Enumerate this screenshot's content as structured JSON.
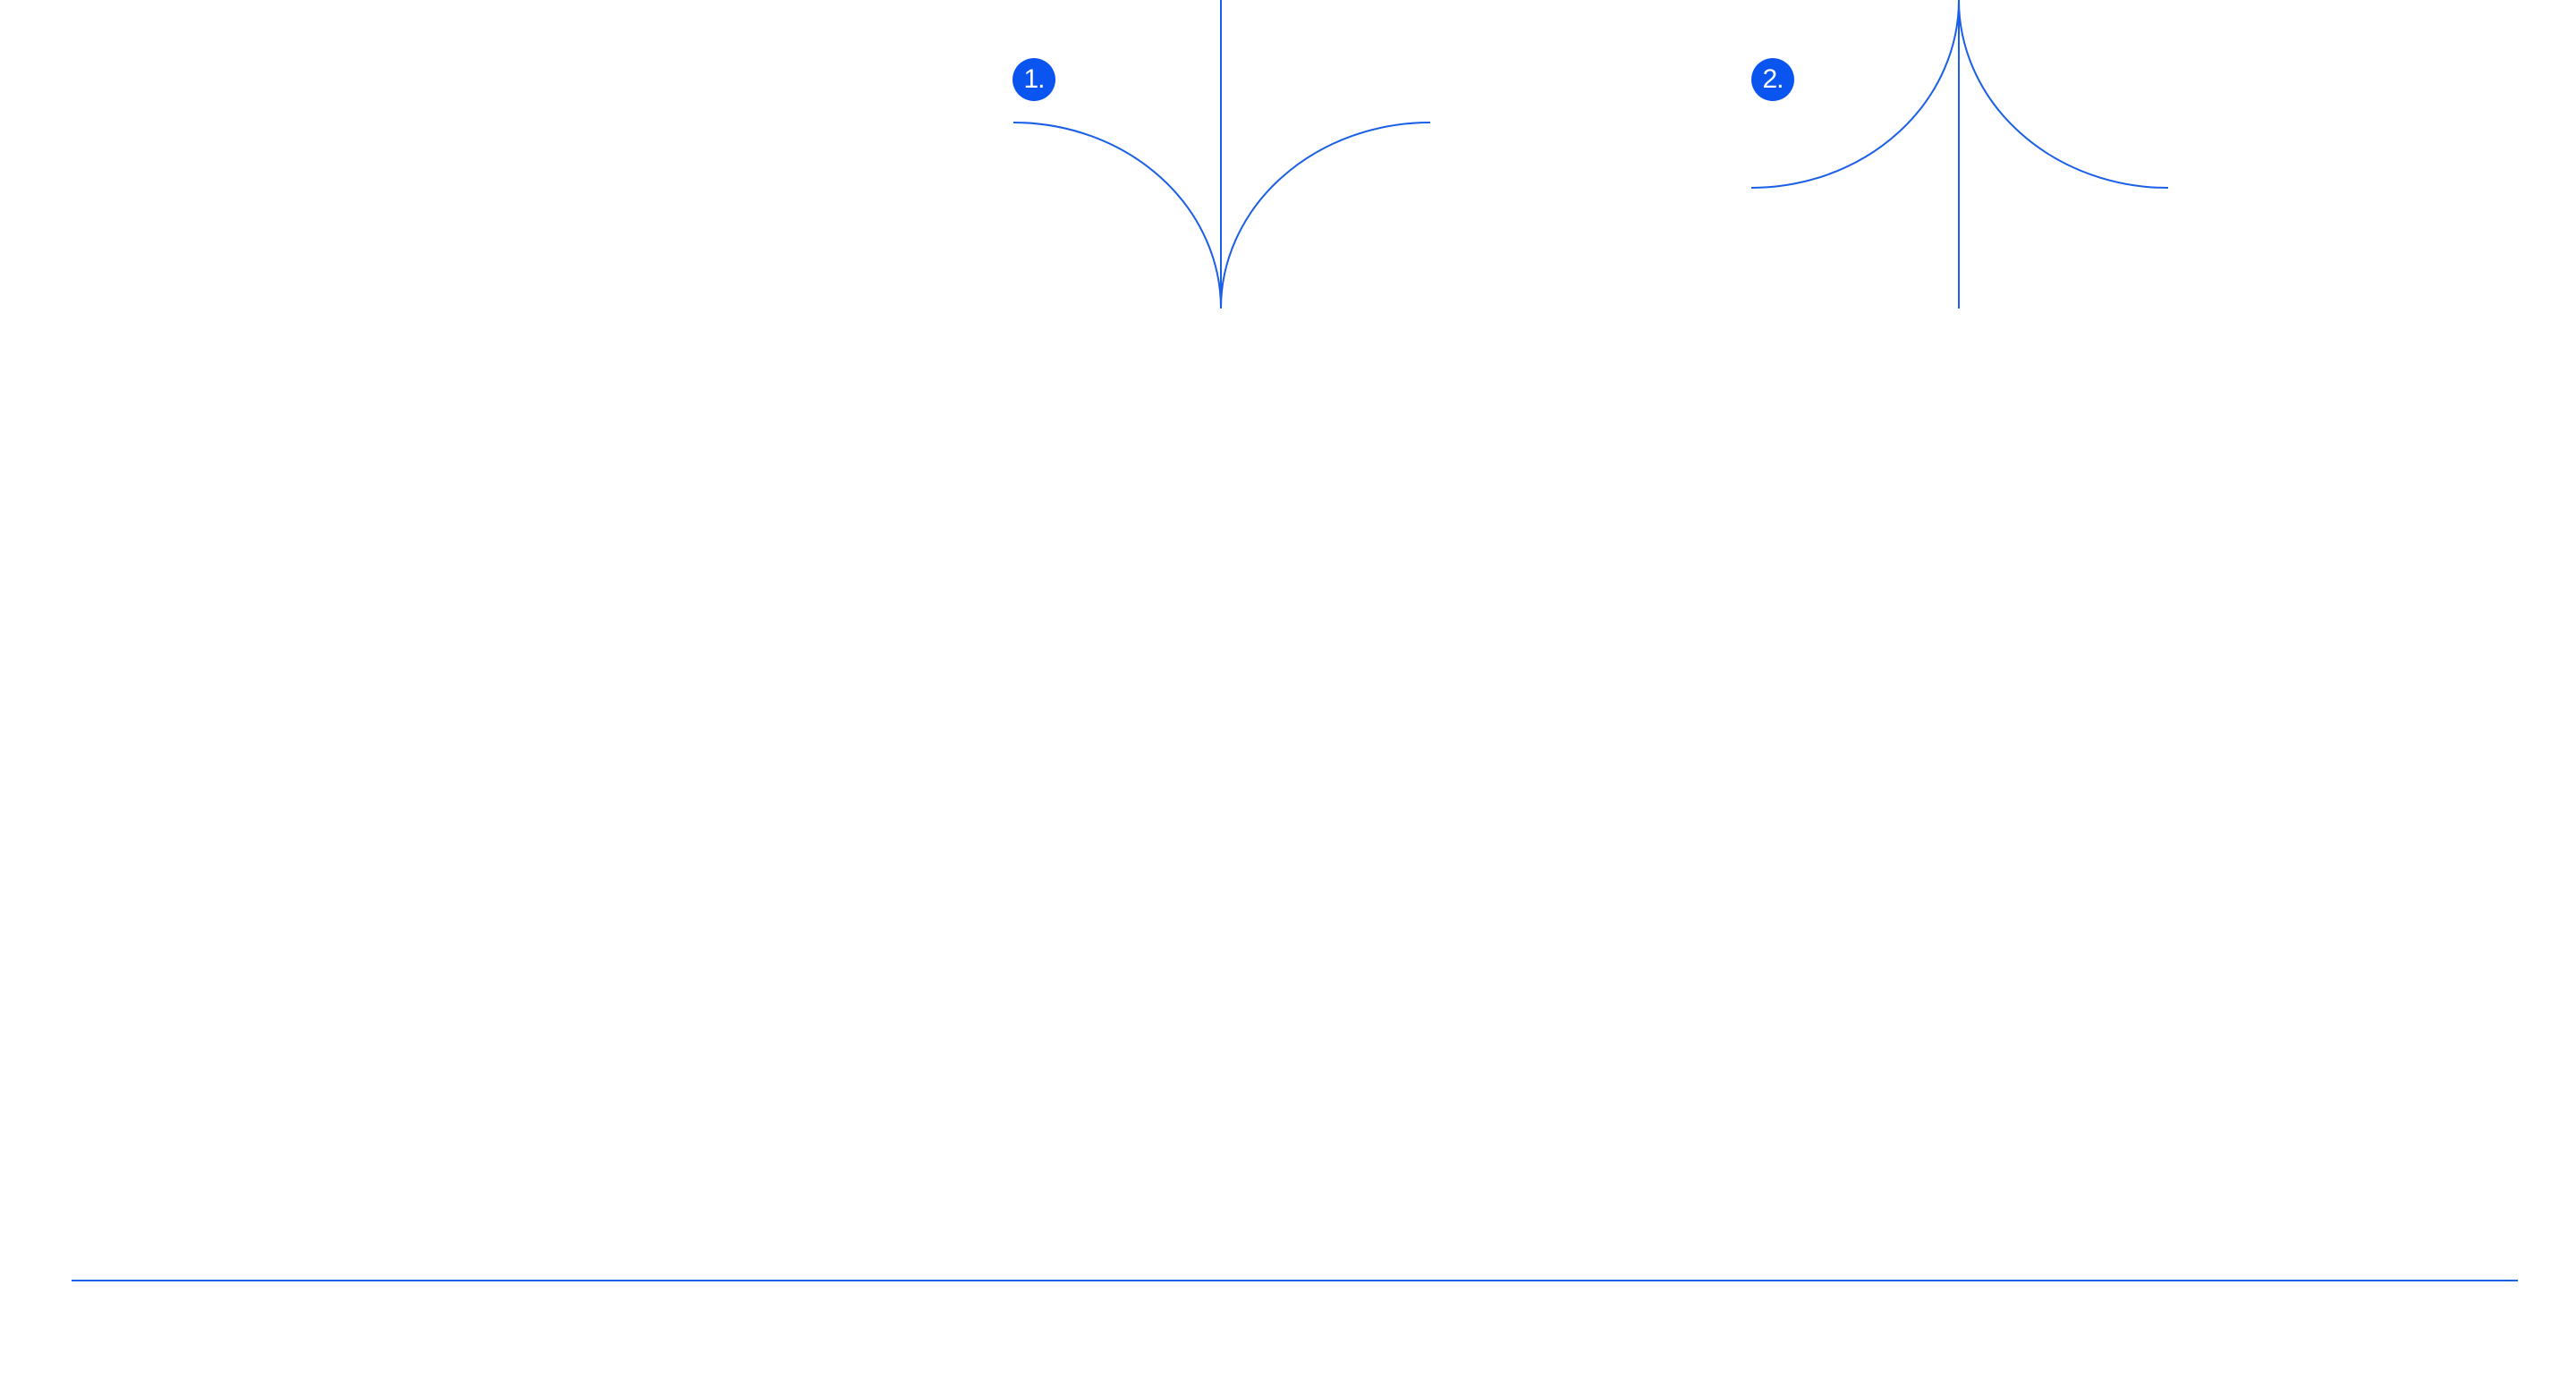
{
  "colors": {
    "accent": "#1a5fe6",
    "badge_fill": "#0a55f0",
    "background": "#ffffff"
  },
  "figures": [
    {
      "label": "1.",
      "variant": "arcs-curving-down-to-meet-vertical-at-bottom"
    },
    {
      "label": "2.",
      "variant": "arcs-curving-up-to-meet-vertical-at-top"
    }
  ]
}
